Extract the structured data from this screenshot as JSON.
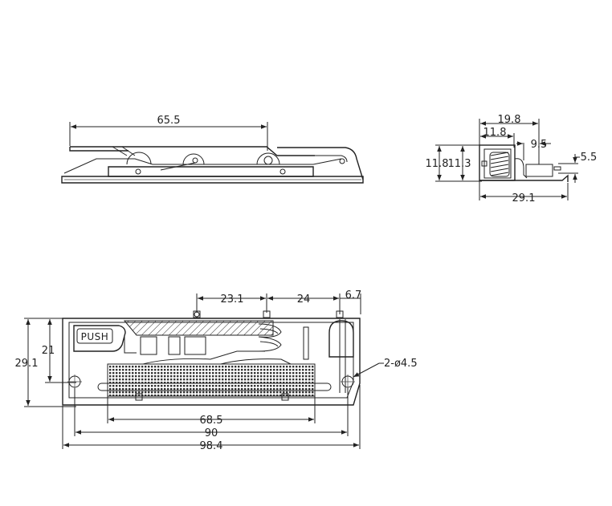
{
  "side_view": {
    "dim_length_to_pad": "65.5"
  },
  "end_view": {
    "dim_top_span": "19.8",
    "dim_spring_width": "11.8",
    "dim_slot": "9.5",
    "dim_pin": "5.5",
    "dim_total_height": "11.8",
    "dim_inner_height": "11.3",
    "dim_depth": "29.1"
  },
  "plan_view": {
    "push_label": "PUSH",
    "dim_pin_to_spring": "23.1",
    "dim_spring_to_tab": "24",
    "dim_tab_width": "6.7",
    "dim_total_width": "29.1",
    "dim_body_width": "21",
    "hole_callout": "2-ø4.5",
    "dim_pad_length": "68.5",
    "dim_hole_spacing": "90",
    "dim_overall_length": "98.4"
  }
}
